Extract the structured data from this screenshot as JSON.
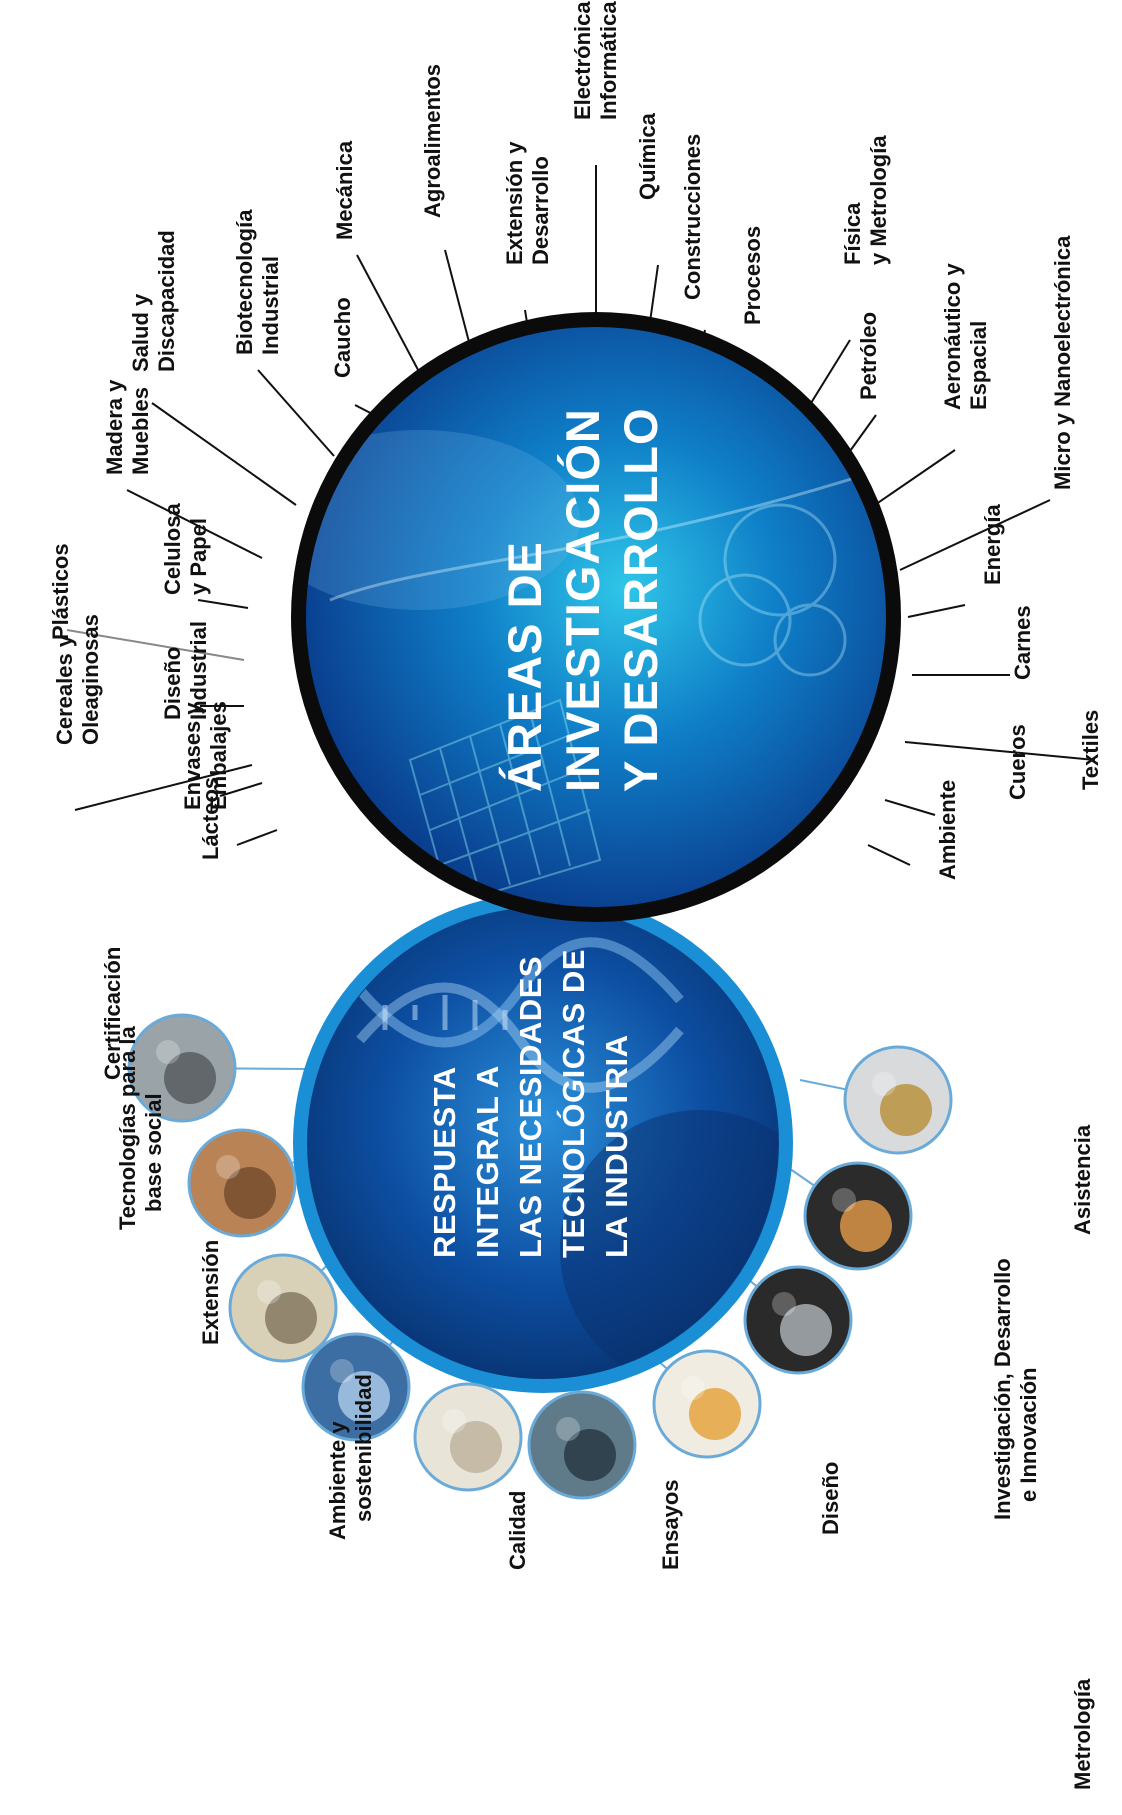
{
  "research": {
    "title_lines": [
      "ÁREAS DE",
      "INVESTIGACIÓN",
      "Y DESARROLLO"
    ],
    "areas": [
      {
        "id": "area-lacteos",
        "label": [
          "Lácteos"
        ]
      },
      {
        "id": "area-envases",
        "label": [
          "Envases y",
          "Embalajes"
        ]
      },
      {
        "id": "area-cereales",
        "label": [
          "Cereales y",
          "Oleaginosas"
        ]
      },
      {
        "id": "area-diseno-industrial",
        "label": [
          "Diseño",
          "Industrial"
        ]
      },
      {
        "id": "area-plasticos",
        "label": [
          "Plásticos"
        ]
      },
      {
        "id": "area-celulosa",
        "label": [
          "Celulosa",
          "y Papel"
        ]
      },
      {
        "id": "area-madera",
        "label": [
          "Madera y",
          "Muebles"
        ]
      },
      {
        "id": "area-salud",
        "label": [
          "Salud y",
          "Discapacidad"
        ]
      },
      {
        "id": "area-biotecnologia",
        "label": [
          "Biotecnología",
          "Industrial"
        ]
      },
      {
        "id": "area-caucho",
        "label": [
          "Caucho"
        ]
      },
      {
        "id": "area-mecanica",
        "label": [
          "Mecánica"
        ]
      },
      {
        "id": "area-agroalimentos",
        "label": [
          "Agroalimentos"
        ]
      },
      {
        "id": "area-extension-desarrollo",
        "label": [
          "Extensión y",
          "Desarrollo"
        ]
      },
      {
        "id": "area-electronica",
        "label": [
          "Electrónica e",
          "Informática"
        ]
      },
      {
        "id": "area-quimica",
        "label": [
          "Química"
        ]
      },
      {
        "id": "area-construcciones",
        "label": [
          "Construcciones"
        ]
      },
      {
        "id": "area-procesos",
        "label": [
          "Procesos"
        ]
      },
      {
        "id": "area-fisica",
        "label": [
          "Física",
          "y Metrología"
        ]
      },
      {
        "id": "area-petroleo",
        "label": [
          "Petróleo"
        ]
      },
      {
        "id": "area-aeronautico",
        "label": [
          "Aeronáutico y",
          "Espacial"
        ]
      },
      {
        "id": "area-micro",
        "label": [
          "Micro y Nanoelectrónica"
        ]
      },
      {
        "id": "area-energia",
        "label": [
          "Energía"
        ]
      },
      {
        "id": "area-carnes",
        "label": [
          "Carnes"
        ]
      },
      {
        "id": "area-textiles",
        "label": [
          "Textiles"
        ]
      },
      {
        "id": "area-cueros",
        "label": [
          "Cueros"
        ]
      },
      {
        "id": "area-ambiente",
        "label": [
          "Ambiente"
        ]
      }
    ]
  },
  "services": {
    "title_lines": [
      "RESPUESTA",
      "INTEGRAL A",
      "LAS NECESIDADES",
      "TECNOLÓGICAS DE",
      "LA INDUSTRIA"
    ],
    "items": [
      {
        "id": "service-certificacion",
        "label": [
          "Certificación"
        ],
        "icon": "tire-tread-photo"
      },
      {
        "id": "service-tecnologias",
        "label": [
          "Tecnologías para la",
          "base social"
        ],
        "icon": "brick-wall-photo"
      },
      {
        "id": "service-extension",
        "label": [
          "Extensión"
        ],
        "icon": "tractor-photo"
      },
      {
        "id": "service-ambiente",
        "label": [
          "Ambiente y",
          "sostenibilidad"
        ],
        "icon": "solar-panel-photo"
      },
      {
        "id": "service-calidad",
        "label": [
          "Calidad"
        ],
        "icon": "lab-gloves-photo"
      },
      {
        "id": "service-ensayos",
        "label": [
          "Ensayos"
        ],
        "icon": "circuit-board-photo"
      },
      {
        "id": "service-diseno",
        "label": [
          "Diseño"
        ],
        "icon": "furniture-photo"
      },
      {
        "id": "service-investigacion",
        "label": [
          "Investigación, Desarrollo",
          "e Innovación"
        ],
        "icon": "microscope-lens-photo"
      },
      {
        "id": "service-asistencia",
        "label": [
          "Asistencia"
        ],
        "icon": "welding-photo"
      },
      {
        "id": "service-metrologia",
        "label": [
          "Metrología"
        ],
        "icon": "brass-weights-photo"
      }
    ]
  },
  "colors": {
    "ring_dark": "#0b0b0b",
    "ring_blue": "#1a8fd6",
    "deep_blue": "#062a66",
    "cyan": "#19c2e0",
    "thumb_border": "#6aaad8",
    "connector": "#6aaad8"
  }
}
